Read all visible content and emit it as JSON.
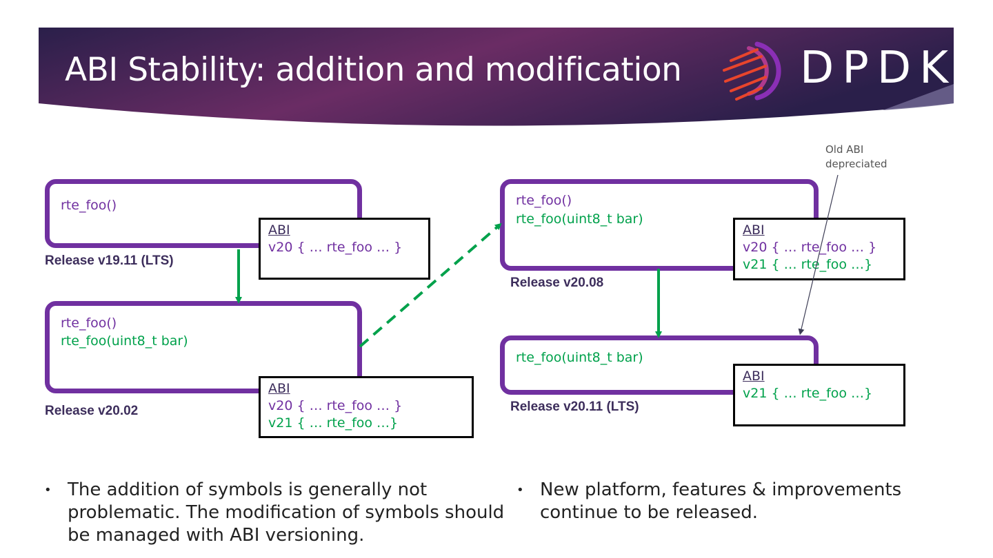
{
  "slide": {
    "title": "ABI Stability: addition and modification",
    "logo_text": "DPDK",
    "logo_icon": "dpdk-swoosh-icon",
    "colors": {
      "header_dark": "#2a1f4a",
      "header_mid": "#6a2c64",
      "release_box": "#7030a0",
      "added_symbol": "#00a14b",
      "logo_accent": "#e8452c"
    }
  },
  "releases": [
    {
      "label": "Release v19.11 (LTS)",
      "functions": [
        {
          "text": "rte_foo()",
          "color": "purple"
        }
      ],
      "abi": {
        "title": "ABI",
        "lines": [
          {
            "text": "v20 { … rte_foo … }",
            "color": "purple"
          }
        ]
      }
    },
    {
      "label": "Release v20.02",
      "functions": [
        {
          "text": "rte_foo()",
          "color": "purple"
        },
        {
          "text": "rte_foo(uint8_t bar)",
          "color": "green"
        }
      ],
      "abi": {
        "title": "ABI",
        "lines": [
          {
            "text": "v20 { … rte_foo … }",
            "color": "purple"
          },
          {
            "text": "v21 { … rte_foo …}",
            "color": "green"
          }
        ]
      }
    },
    {
      "label": "Release v20.08",
      "functions": [
        {
          "text": "rte_foo()",
          "color": "purple"
        },
        {
          "text": "rte_foo(uint8_t bar)",
          "color": "green"
        }
      ],
      "abi": {
        "title": "ABI",
        "lines": [
          {
            "text": "v20 { … rte_foo … }",
            "color": "purple"
          },
          {
            "text": "v21 { … rte_foo …}",
            "color": "green"
          }
        ]
      }
    },
    {
      "label": "Release v20.11 (LTS)",
      "functions": [
        {
          "text": "rte_foo(uint8_t bar)",
          "color": "green"
        }
      ],
      "abi": {
        "title": "ABI",
        "lines": [
          {
            "text": "v21 { … rte_foo …}",
            "color": "green"
          }
        ]
      }
    }
  ],
  "annotation": {
    "line1": "Old ABI",
    "line2": "depreciated"
  },
  "bullets": {
    "left": "The addition of symbols is generally not problematic. The modification of symbols should be managed with ABI versioning.",
    "right": "New platform, features & improvements continue to be released."
  }
}
